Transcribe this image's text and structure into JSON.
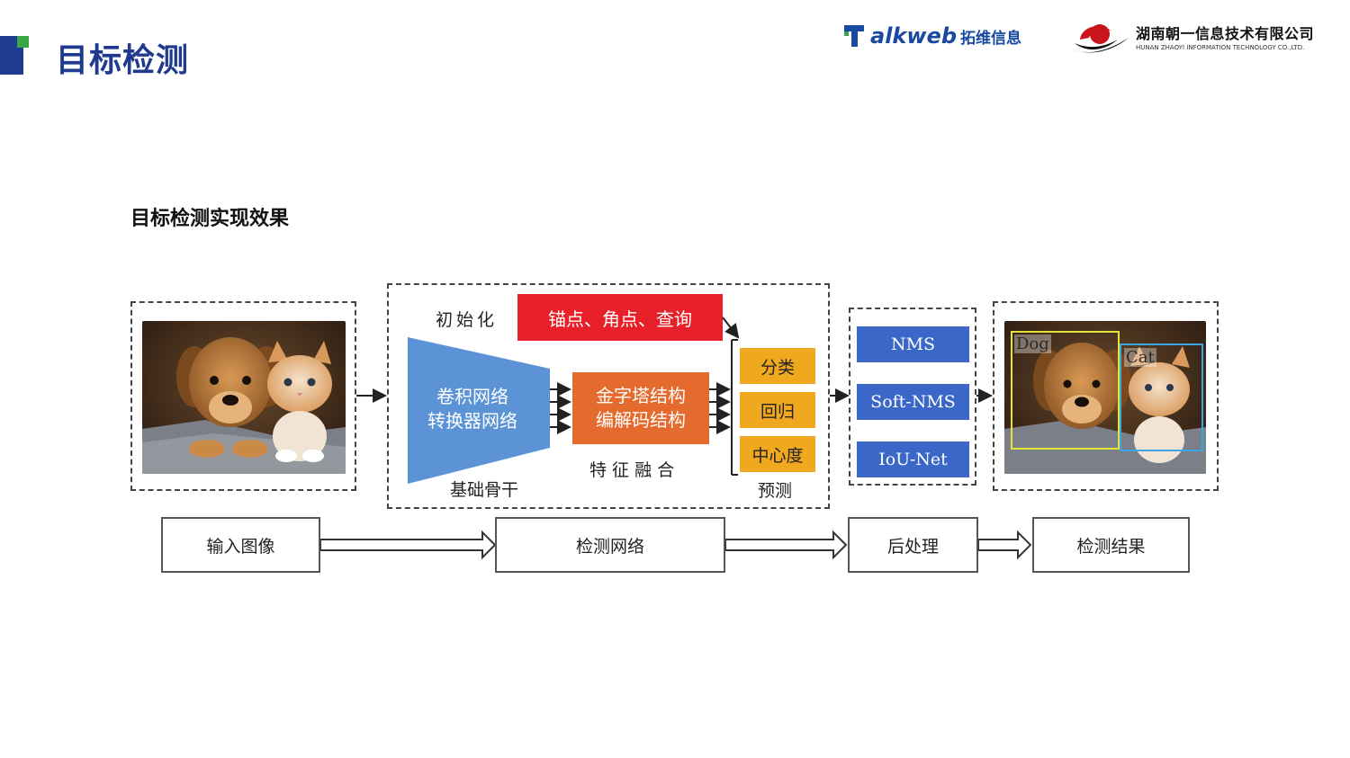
{
  "header": {
    "title": "目标检测",
    "logos": {
      "talkweb_text": "alkweb",
      "talkweb_cn": "拓维信息",
      "zhaoyi_cn": "湖南朝一信息技术有限公司",
      "zhaoyi_en": "HUNAN ZHAOYI INFORMATION TECHNOLOGY CO.,LTD."
    }
  },
  "subtitle": "目标检测实现效果",
  "diagram": {
    "init_label": "初始化",
    "init_box": "锚点、角点、查询",
    "backbone_line1": "卷积网络",
    "backbone_line2": "转换器网络",
    "backbone_label": "基础骨干",
    "fusion_line1": "金字塔结构",
    "fusion_line2": "编解码结构",
    "fusion_label": "特 征 融 合",
    "predict": [
      "分类",
      "回归",
      "中心度"
    ],
    "predict_label": "预测",
    "postprocess": [
      "NMS",
      "Soft-NMS",
      "IoU-Net"
    ],
    "detections": [
      {
        "label": "Dog"
      },
      {
        "label": "Cat"
      }
    ],
    "stages": [
      "输入图像",
      "检测网络",
      "后处理",
      "检测结果"
    ]
  },
  "colors": {
    "brand_blue": "#1f3a8f",
    "brand_green": "#3aa645",
    "init_red": "#e8202a",
    "backbone_blue": "#5b93d6",
    "fusion_orange": "#e56a2d",
    "predict_yellow": "#f0a81f",
    "post_blue": "#3b67c9"
  }
}
